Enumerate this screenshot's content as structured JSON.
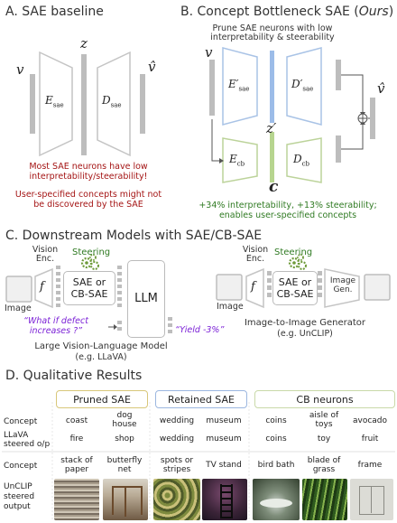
{
  "section_a": {
    "title": "A. SAE baseline",
    "v_label": "v",
    "z_label": "z",
    "vhat_label": "v̂",
    "encoder": "E",
    "encoder_sub": "sae",
    "decoder": "D",
    "decoder_sub": "sae",
    "note1": "Most SAE neurons have low interpretability/steerability!",
    "note2": "User-specified concepts might not be discovered by the SAE"
  },
  "section_b": {
    "title": "B. Concept Bottleneck SAE (",
    "title_ours": "Ours",
    "title_end": ")",
    "prune_note": "Prune SAE neurons with low interpretability & steerability",
    "v_label": "v",
    "zprime_label": "z′",
    "c_label": "c",
    "vhat_label": "v̂",
    "enc_sae": "E′",
    "enc_sae_sub": "sae",
    "dec_sae": "D′",
    "dec_sae_sub": "sae",
    "enc_cb": "E",
    "enc_cb_sub": "cb",
    "dec_cb": "D",
    "dec_cb_sub": "cb",
    "gain_note": "+34% interpretability, +13% steerability; enables user-specified concepts"
  },
  "section_c": {
    "title": "C. Downstream Models with SAE/CB-SAE",
    "left": {
      "vision_enc": "Vision Enc.",
      "steering": "Steering",
      "f_label": "f",
      "sae_box": "SAE or CB-SAE",
      "llm_box": "LLM",
      "image_label": "Image",
      "question": "“What if defect increases ?”",
      "answer": "“Yield -3%”",
      "caption1": "Large Vision-Language Model",
      "caption2": "(e.g. LLaVA)"
    },
    "right": {
      "vision_enc": "Vision Enc.",
      "steering": "Steering",
      "f_label": "f",
      "sae_box": "SAE or CB-SAE",
      "gen_box": "Image Gen.",
      "image_label": "Image",
      "caption1": "Image-to-Image Generator",
      "caption2": "(e.g. UnCLIP)"
    }
  },
  "section_d": {
    "title": "D. Qualitative Results",
    "groups": [
      "Pruned SAE",
      "Retained SAE",
      "CB neurons"
    ],
    "group_colors": [
      "#d8c77a",
      "#9cb7e0",
      "#c9d9a8"
    ],
    "row_labels": {
      "concept": "Concept",
      "llava": "LLaVA steered o/p",
      "concept2": "Concept",
      "unclip": "UnCLIP steered output"
    },
    "concepts": [
      "coast",
      "dog house",
      "wedding",
      "museum",
      "coins",
      "aisle of toys",
      "avocado"
    ],
    "llava_outputs": [
      "fire",
      "shop",
      "wedding",
      "museum",
      "coins",
      "toy",
      "fruit"
    ],
    "concepts2": [
      "stack of paper",
      "butterfly net",
      "spots or stripes",
      "TV stand",
      "bird bath",
      "blade of grass",
      "frame"
    ]
  }
}
